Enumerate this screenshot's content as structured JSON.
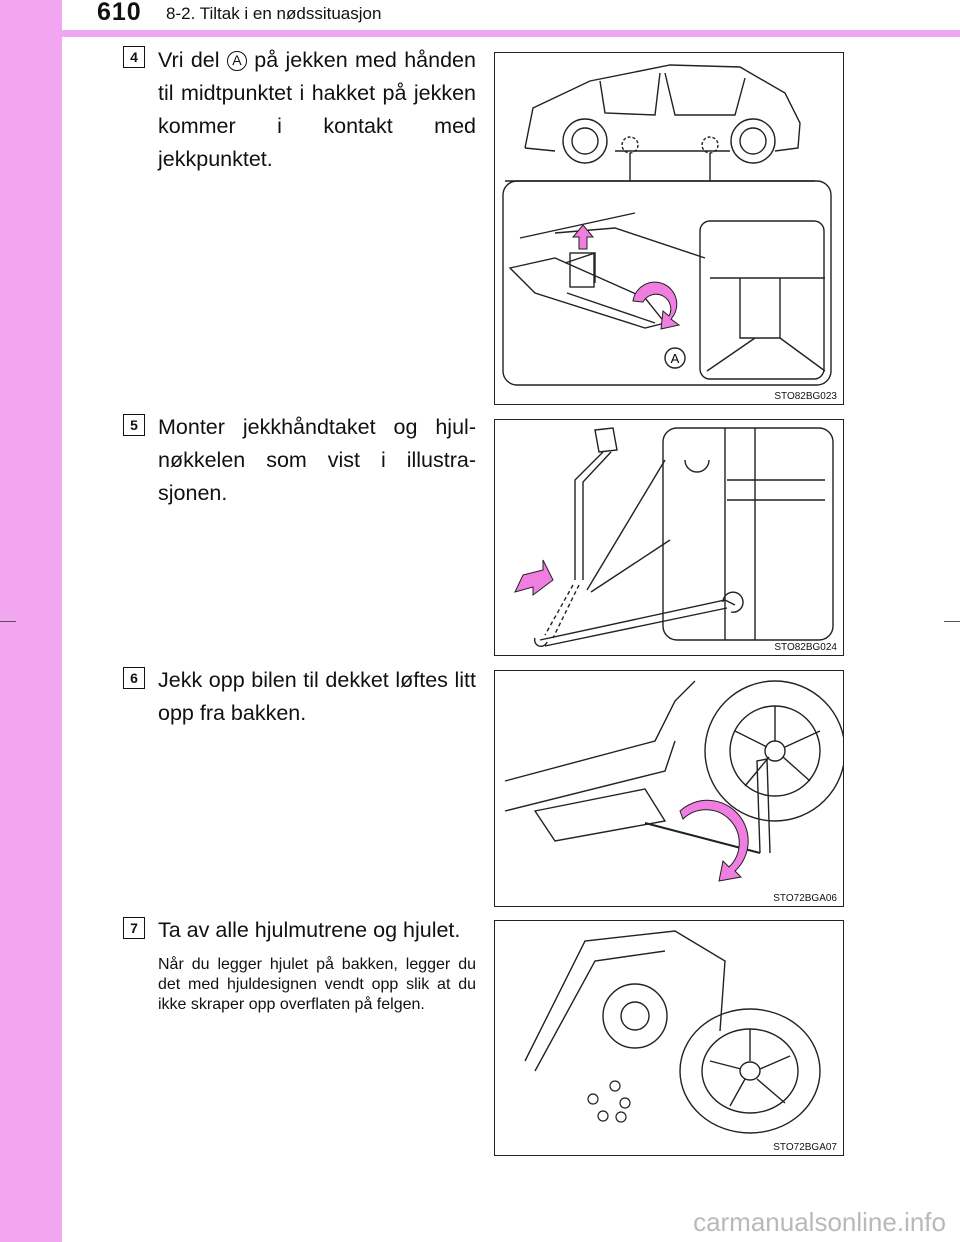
{
  "header": {
    "page_number": "610",
    "section_title": "8-2. Tiltak i en nødssituasjon"
  },
  "steps": [
    {
      "number": "4",
      "text_before": "Vri del",
      "marker": "A",
      "text_after": "på jekken med hån­den til midtpunktet i hakket på jekken kommer i kontakt med jekkpunktet.",
      "figure_code": "STO82BG023",
      "figure_label": "A"
    },
    {
      "number": "5",
      "text": "Monter jekkhåndtaket og hjul­nøkkelen som vist i illustra­sjonen.",
      "figure_code": "STO82BG024"
    },
    {
      "number": "6",
      "text": "Jekk opp bilen til dekket løftes litt opp fra bakken.",
      "figure_code": "STO72BGA06"
    },
    {
      "number": "7",
      "text": "Ta av alle hjulmutrene og hjulet.",
      "note": "Når du legger hjulet på bakken, legger du det med hjuldesignen vendt opp slik at du ikke skraper opp overflaten på felgen.",
      "figure_code": "STO72BGA07"
    }
  ],
  "watermark": "carmanualsonline.info",
  "colors": {
    "accent": "#f2a6f2",
    "arrow": "#f07ee0"
  },
  "icons": [
    "turn-arrow-icon",
    "up-arrow-icon",
    "car-icon",
    "jack-icon",
    "wheel-icon",
    "lug-nut-icon"
  ]
}
